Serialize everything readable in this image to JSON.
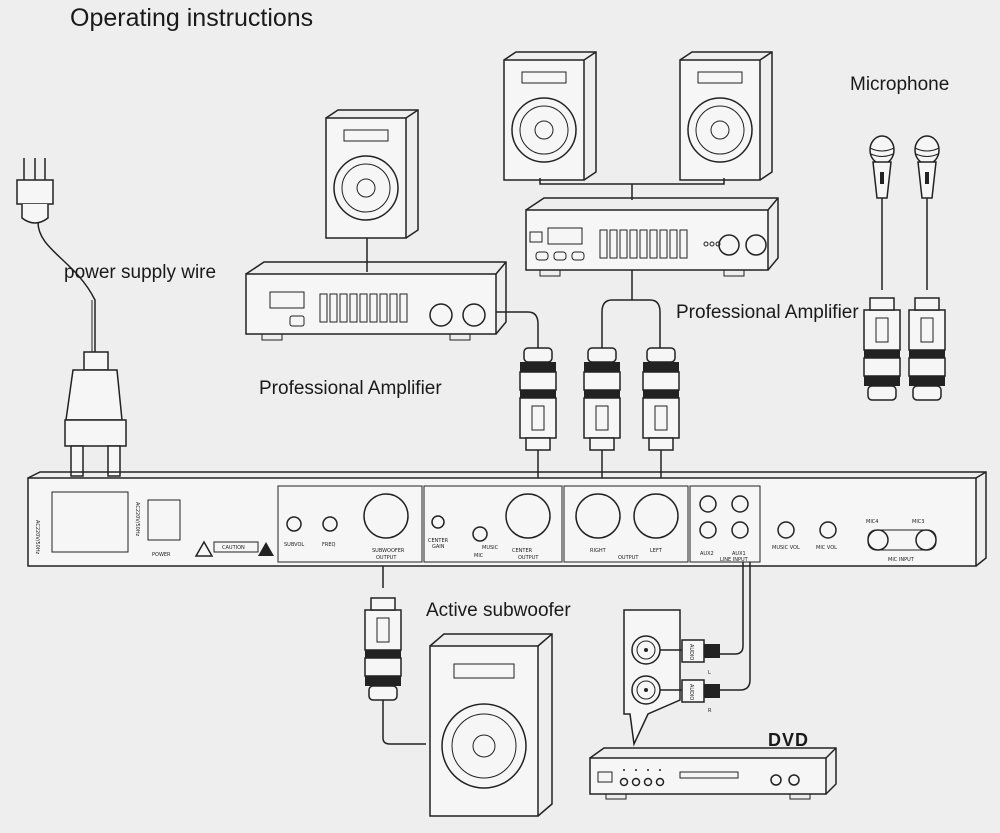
{
  "title": "Operating instructions",
  "labels": {
    "power_supply": "power supply wire",
    "amp_left": "Professional Amplifier",
    "amp_right": "Professional Amplifier",
    "microphone": "Microphone",
    "subwoofer": "Active subwoofer",
    "dvd": "DVD"
  },
  "panel": {
    "voltage_left": "AC220V/50Hz",
    "voltage_right": "AC220V/50Hz",
    "power": "POWER",
    "caution": "CAUTION",
    "sub_vol": "SUBVOL",
    "freq": "FREQ",
    "subwoofer_output": "SUBWOOFER",
    "output": "OUTPUT",
    "center_gain_1": "CENTER",
    "center_gain_2": "GAIN",
    "music": "MUSIC",
    "mic": "MIC",
    "center_output": "CENTER",
    "right": "RIGHT",
    "left": "LEFT",
    "aux2": "AUX2",
    "aux1": "AUX1",
    "line_input": "LINE INPUT",
    "music_vol": "MUSIC VOL",
    "mic_vol": "MIC VOL",
    "mic4": "MIC4",
    "mic3": "MIC3",
    "mic_input": "MIC INPUT",
    "rca_l": "L",
    "rca_r": "R"
  },
  "dvd_jacks": {
    "audio_top": "AUDIO",
    "audio_bottom": "AUDIO"
  }
}
